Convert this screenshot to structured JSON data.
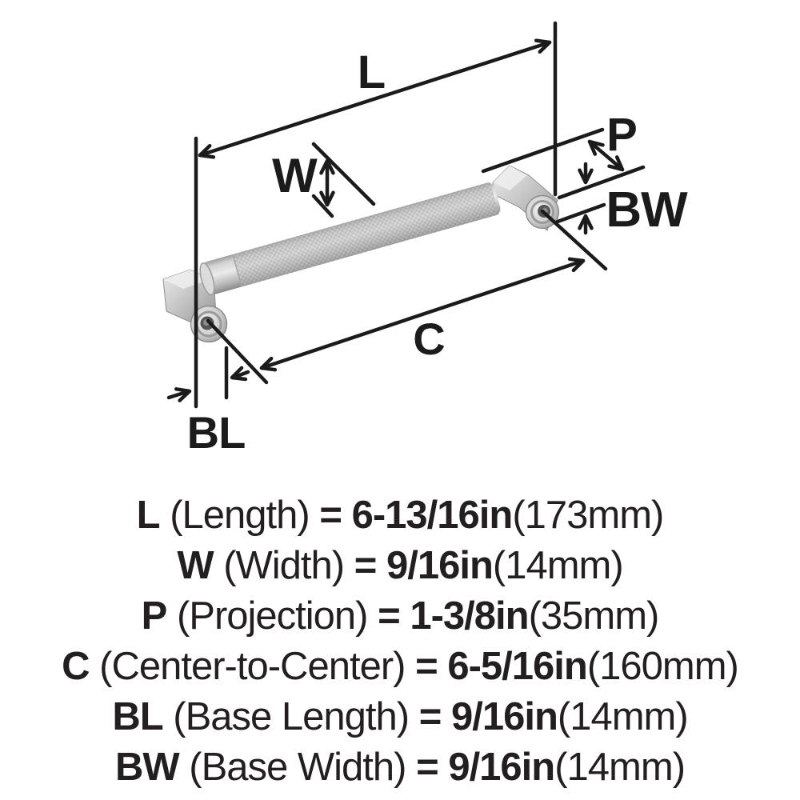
{
  "diagram": {
    "labels": {
      "L": "L",
      "W": "W",
      "P": "P",
      "BW": "BW",
      "C": "C",
      "BL": "BL"
    }
  },
  "specs": [
    {
      "label": "L",
      "name": "(Length)",
      "eq": "=",
      "imperial": "6-13/16in",
      "metric": "(173mm)"
    },
    {
      "label": "W",
      "name": "(Width)",
      "eq": "=",
      "imperial": "9/16in",
      "metric": "(14mm)"
    },
    {
      "label": "P",
      "name": "(Projection)",
      "eq": "=",
      "imperial": "1-3/8in",
      "metric": "(35mm)"
    },
    {
      "label": "C",
      "name": "(Center-to-Center)",
      "eq": "=",
      "imperial": "6-5/16in",
      "metric": "(160mm)"
    },
    {
      "label": "BL",
      "name": "(Base Length)",
      "eq": "=",
      "imperial": "9/16in",
      "metric": "(14mm)"
    },
    {
      "label": "BW",
      "name": "(Base Width)",
      "eq": "=",
      "imperial": "9/16in",
      "metric": "(14mm)"
    }
  ],
  "colors": {
    "background": "#ffffff",
    "line": "#1b1b1b",
    "text": "#231f20",
    "metal_light": "#e9e9e9",
    "metal_mid": "#c7c7c7",
    "metal_dark": "#8f8f8f"
  }
}
